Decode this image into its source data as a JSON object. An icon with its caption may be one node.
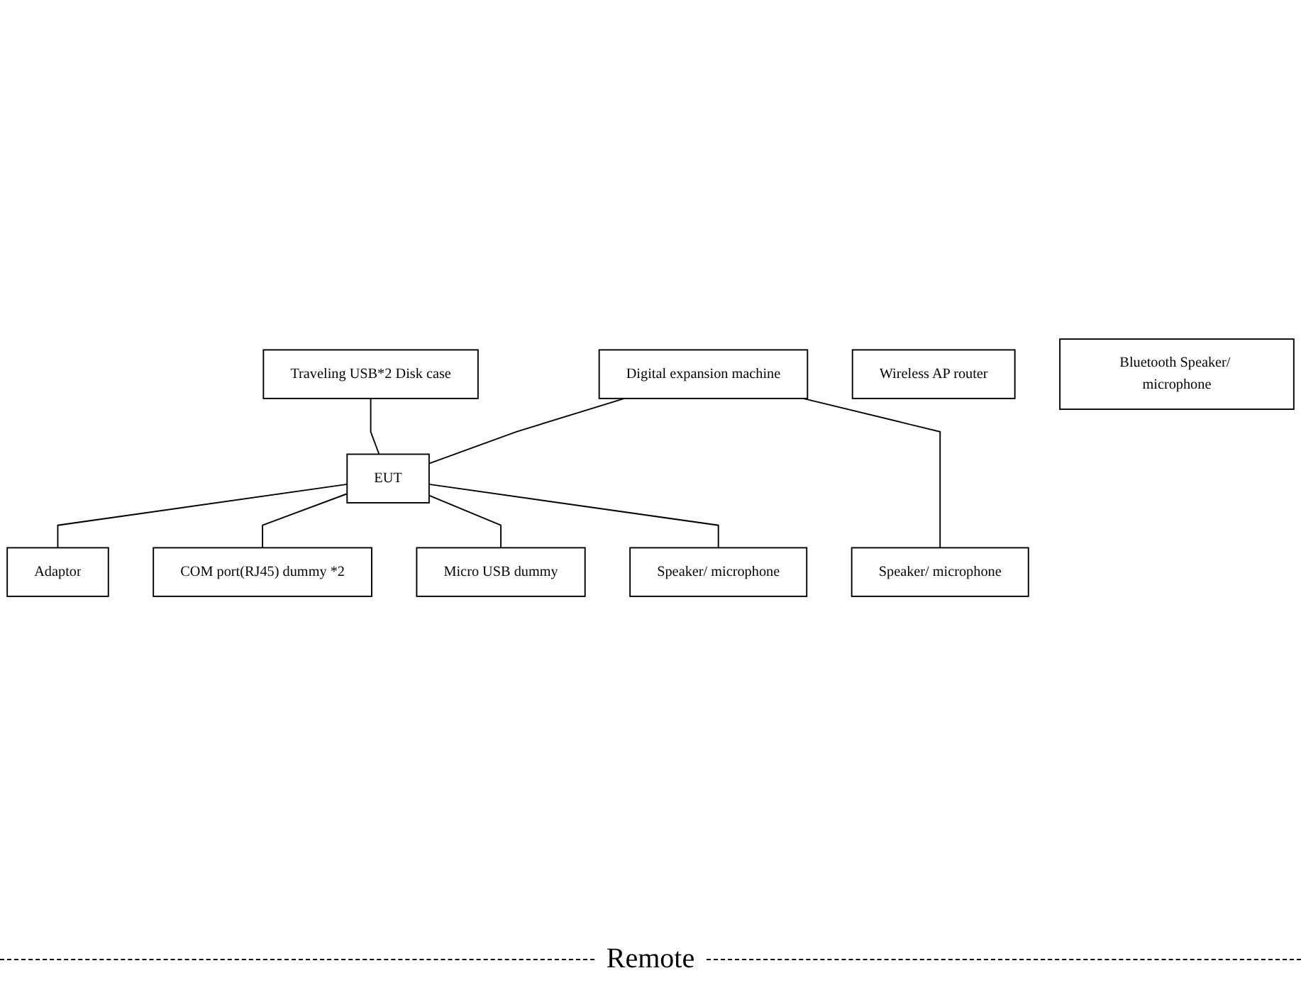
{
  "diagram": {
    "nodes": [
      {
        "text": [
          "EUT"
        ]
      },
      {
        "text": [
          "Traveling USB*2 Disk case"
        ]
      },
      {
        "text": [
          "Adaptor"
        ]
      },
      {
        "text": [
          "COM port(RJ45) dummy *2"
        ]
      },
      {
        "text": [
          "Digital expansion machine"
        ]
      },
      {
        "text": [
          "Micro USB dummy"
        ]
      },
      {
        "text": [
          "Speaker/ microphone"
        ]
      },
      {
        "text": [
          "Speaker/ microphone"
        ]
      },
      {
        "text": [
          "Wireless AP router"
        ]
      },
      {
        "text": [
          "Bluetooth Speaker/ microphone"
        ]
      }
    ],
    "edges": [
      {
        "from": 0,
        "to": 2,
        "arrow": "none"
      },
      {
        "from": 1,
        "to": 0,
        "arrow": "none"
      },
      {
        "from": 0,
        "to": 3,
        "arrow": "none"
      },
      {
        "from": 4,
        "to": 0,
        "arrow": "none"
      },
      {
        "from": 0,
        "to": 5,
        "arrow": "none"
      },
      {
        "from": 0,
        "to": 7,
        "arrow": "none"
      },
      {
        "from": 4,
        "to": 6,
        "arrow": "none"
      }
    ],
    "labels": [
      "Remote"
    ]
  }
}
